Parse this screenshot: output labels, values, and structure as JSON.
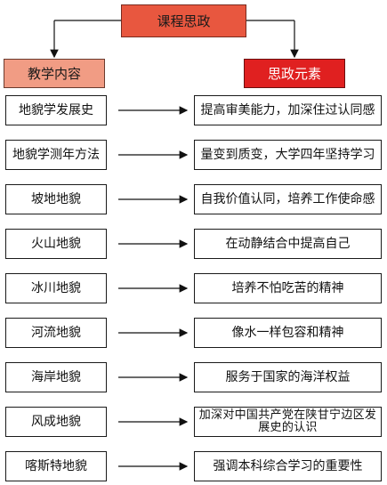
{
  "root": {
    "label": "课程思政"
  },
  "headers": {
    "left": "教学内容",
    "right": "思政元素"
  },
  "rows": [
    {
      "content": "地貌学发展史",
      "element": "提高审美能力，加深住过认同感"
    },
    {
      "content": "地貌学测年方法",
      "element": "量变到质变，大学四年坚持学习"
    },
    {
      "content": "坡地地貌",
      "element": "自我价值认同，培养工作使命感"
    },
    {
      "content": "火山地貌",
      "element": "在动静结合中提高自己"
    },
    {
      "content": "冰川地貌",
      "element": "培养不怕吃苦的精神"
    },
    {
      "content": "河流地貌",
      "element": "像水一样包容和精神"
    },
    {
      "content": "海岸地貌",
      "element": "服务于国家的海洋权益"
    },
    {
      "content": "风成地貌",
      "element": "加深对中国共产党在陕甘宁边区发展史的认识"
    },
    {
      "content": "喀斯特地貌",
      "element": "强调本科综合学习的重要性"
    }
  ],
  "colors": {
    "root": "#e8573f",
    "left_header": "#f19c84",
    "right_header": "#e02020"
  }
}
